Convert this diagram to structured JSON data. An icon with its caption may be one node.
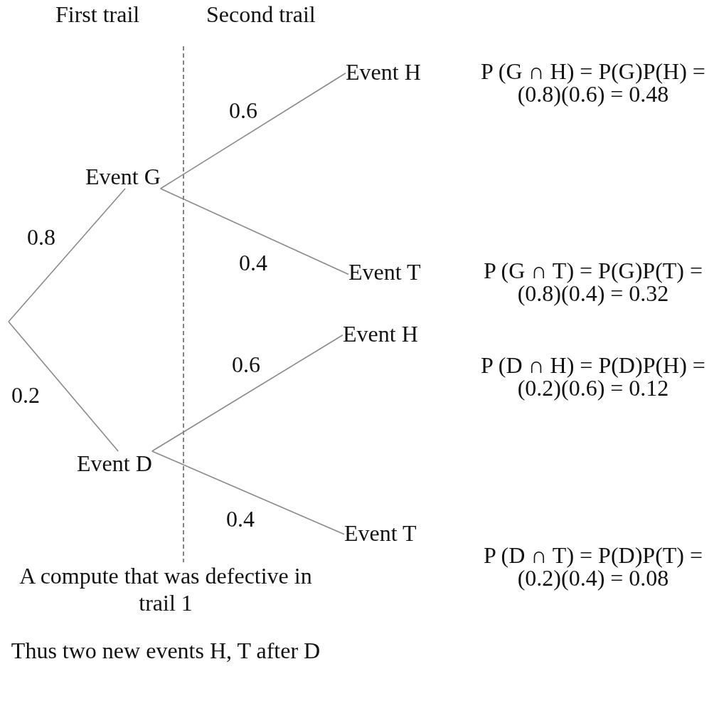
{
  "diagram": {
    "nodes": [
      {
        "text": [
          "Event G"
        ]
      },
      {
        "text": [
          "Event H"
        ]
      },
      {
        "text": [
          "Event T"
        ]
      },
      {
        "text": [
          "Event D"
        ]
      },
      {
        "text": [
          "Event H"
        ]
      },
      {
        "text": [
          "Event T"
        ]
      }
    ],
    "edges": [
      {
        "from": null,
        "to": 0,
        "arrow": "none",
        "label": "0.8"
      },
      {
        "from": null,
        "to": 3,
        "arrow": "none",
        "label": "0.2"
      },
      {
        "from": 0,
        "to": 1,
        "arrow": "none",
        "label": "0.6"
      },
      {
        "from": 0,
        "to": 2,
        "arrow": "none",
        "label": "0.4"
      },
      {
        "from": 3,
        "to": 4,
        "arrow": "none",
        "label": "0.6"
      },
      {
        "from": 3,
        "to": 5,
        "arrow": "none",
        "label": "0.4"
      }
    ],
    "labels": [
      "First trail",
      "Second trail",
      "P (G ∩ H) = P(G)P(H) = (0.8)(0.6) = 0.48",
      "P (G ∩ T) = P(G)P(T) = (0.8)(0.4) = 0.32",
      "P (D ∩ H) = P(D)P(H) = (0.2)(0.6) = 0.12",
      "P (D ∩ T) = P(D)P(T) = (0.2)(0.4) = 0.08",
      "A compute that was defective in trail 1",
      "Thus two new events H, T after D"
    ]
  }
}
